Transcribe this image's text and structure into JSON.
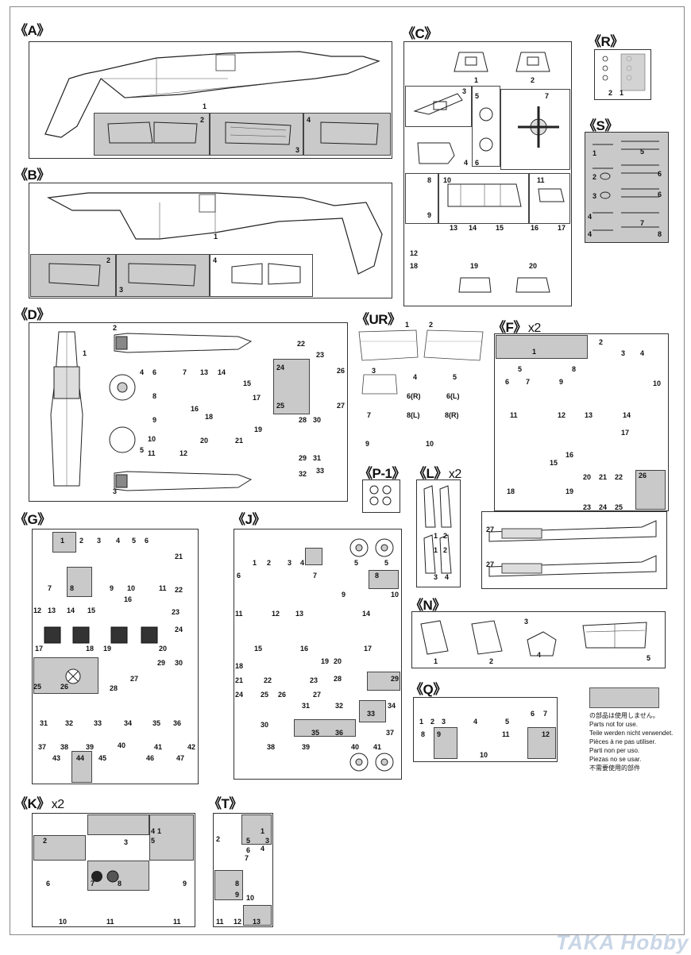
{
  "sprues": {
    "A": {
      "label": "《A》",
      "parts": [
        "1",
        "2",
        "3",
        "4"
      ]
    },
    "B": {
      "label": "《B》",
      "parts": [
        "1",
        "2",
        "3",
        "4"
      ]
    },
    "C": {
      "label": "《C》",
      "parts": [
        "1",
        "2",
        "3",
        "4",
        "5",
        "6",
        "7",
        "8",
        "9",
        "10",
        "11",
        "12",
        "13",
        "14",
        "15",
        "16",
        "17",
        "18",
        "19",
        "20"
      ]
    },
    "R": {
      "label": "《R》",
      "parts": [
        "2",
        "1"
      ]
    },
    "S": {
      "label": "《S》",
      "parts": [
        "1",
        "5",
        "2",
        "6",
        "3",
        "6",
        "4",
        "7",
        "4",
        "8"
      ]
    },
    "D": {
      "label": "《D》",
      "parts": [
        "1",
        "2",
        "3",
        "4",
        "5",
        "6",
        "7",
        "8",
        "9",
        "10",
        "11",
        "12",
        "13",
        "14",
        "15",
        "16",
        "17",
        "18",
        "19",
        "20",
        "21",
        "22",
        "23",
        "24",
        "25",
        "26",
        "27",
        "28",
        "29",
        "30",
        "31",
        "32",
        "33"
      ]
    },
    "UR": {
      "label": "《UR》",
      "parts": [
        "1",
        "2",
        "3",
        "4",
        "5",
        "6(R)",
        "6(L)",
        "7",
        "8(L)",
        "8(R)",
        "9",
        "10"
      ]
    },
    "F": {
      "label": "《F》",
      "mult": "x2",
      "parts": [
        "1",
        "2",
        "3",
        "4",
        "5",
        "6",
        "7",
        "8",
        "9",
        "10",
        "11",
        "12",
        "13",
        "14",
        "15",
        "16",
        "17",
        "18",
        "19",
        "20",
        "21",
        "22",
        "23",
        "24",
        "25",
        "26",
        "27",
        "27"
      ]
    },
    "P1": {
      "label": "《P-1》"
    },
    "L": {
      "label": "《L》",
      "mult": "x2",
      "parts": [
        "1",
        "2",
        "1",
        "2",
        "3",
        "4"
      ]
    },
    "G": {
      "label": "《G》",
      "parts": [
        "1",
        "2",
        "3",
        "4",
        "5",
        "6",
        "7",
        "8",
        "9",
        "10",
        "11",
        "12",
        "13",
        "14",
        "15",
        "16",
        "17",
        "18",
        "19",
        "20",
        "21",
        "22",
        "23",
        "24",
        "25",
        "26",
        "27",
        "28",
        "29",
        "30",
        "31",
        "32",
        "33",
        "34",
        "35",
        "36",
        "37",
        "38",
        "39",
        "40",
        "41",
        "42",
        "43",
        "44",
        "45",
        "46",
        "47"
      ]
    },
    "J": {
      "label": "《J》",
      "parts": [
        "1",
        "2",
        "3",
        "4",
        "5",
        "5",
        "6",
        "7",
        "8",
        "9",
        "10",
        "11",
        "12",
        "13",
        "14",
        "15",
        "16",
        "17",
        "18",
        "19",
        "20",
        "21",
        "22",
        "23",
        "24",
        "25",
        "26",
        "27",
        "28",
        "29",
        "30",
        "31",
        "32",
        "33",
        "34",
        "35",
        "36",
        "37",
        "38",
        "39",
        "40",
        "41"
      ]
    },
    "N": {
      "label": "《N》",
      "parts": [
        "1",
        "2",
        "3",
        "4",
        "5"
      ]
    },
    "Q": {
      "label": "《Q》",
      "parts": [
        "1",
        "2",
        "3",
        "4",
        "5",
        "6",
        "7",
        "8",
        "9",
        "10",
        "11",
        "12"
      ]
    },
    "K": {
      "label": "《K》",
      "mult": "x2",
      "parts": [
        "1",
        "2",
        "3",
        "4",
        "5",
        "6",
        "7",
        "8",
        "9",
        "10",
        "11",
        "11"
      ]
    },
    "T": {
      "label": "《T》",
      "parts": [
        "1",
        "2",
        "3",
        "4",
        "5",
        "6",
        "7",
        "8",
        "9",
        "10",
        "11",
        "12",
        "13"
      ]
    }
  },
  "legend": {
    "lines": [
      "の部品は使用しません。",
      "Parts not for use.",
      "Teile werden nicht verwendet.",
      "Pièces à ne pas utiliser.",
      "Parti non per uso.",
      "Piezas no se usar.",
      "不需要使用的部件"
    ]
  },
  "watermark": "TAKA Hobby",
  "colors": {
    "unused": "#c9c9c9",
    "line": "#333333"
  }
}
